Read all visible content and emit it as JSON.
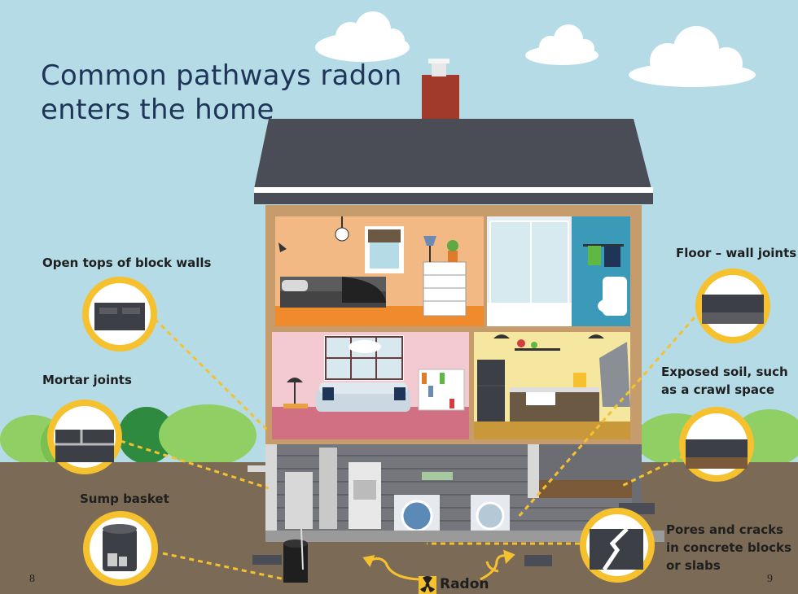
{
  "title": {
    "line1": "Common pathways radon",
    "line2": "enters the home"
  },
  "pathways": {
    "open_tops": "Open tops of block walls",
    "mortar_joints": "Mortar joints",
    "sump_basket": "Sump basket",
    "floor_wall": "Floor – wall joints",
    "exposed_soil_1": "Exposed soil, such",
    "exposed_soil_2": "as a crawl space",
    "pores_cracks_1": "Pores and cracks",
    "pores_cracks_2": "in concrete blocks",
    "pores_cracks_3": "or slabs"
  },
  "radon_label": "Radon",
  "page_numbers": {
    "left": "8",
    "right": "9"
  },
  "colors": {
    "sky": "#b4dbe6",
    "ground": "#7b6a55",
    "roof": "#4a4d55",
    "accent_yellow": "#f6c12f",
    "title_navy": "#1e3558"
  },
  "icons": [
    "radiation-icon",
    "cloud-icon",
    "chimney-icon"
  ]
}
